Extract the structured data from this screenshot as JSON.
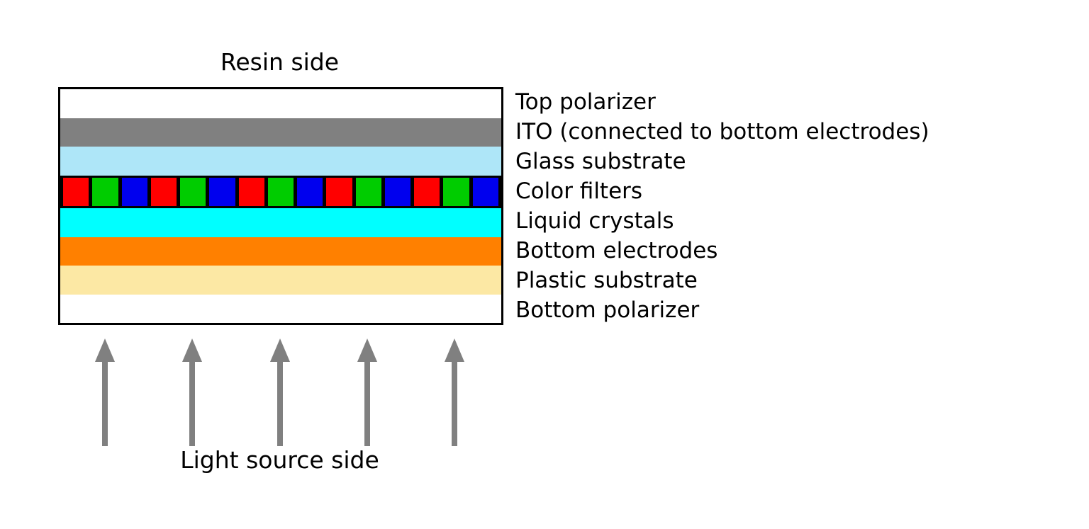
{
  "diagram": {
    "top_label": "Resin side",
    "bottom_label": "Light source side",
    "arrow_count": 5,
    "arrow_color": "#808080",
    "stack_border_color": "#000000"
  },
  "layers": [
    {
      "name": "top-polarizer",
      "label": "Top polarizer",
      "color": "#FFFFFF"
    },
    {
      "name": "ito",
      "label": "ITO (connected to bottom electrodes)",
      "color": "#808080"
    },
    {
      "name": "glass-substrate",
      "label": "Glass substrate",
      "color": "#AEE6F8"
    },
    {
      "name": "color-filters",
      "label": "Color filters",
      "color": "#000000",
      "filters": [
        "#FF0000",
        "#00CC00",
        "#0000EE",
        "#FF0000",
        "#00CC00",
        "#0000EE",
        "#FF0000",
        "#00CC00",
        "#0000EE",
        "#FF0000",
        "#00CC00",
        "#0000EE",
        "#FF0000",
        "#00CC00",
        "#0000EE"
      ]
    },
    {
      "name": "liquid-crystals",
      "label": "Liquid crystals",
      "color": "#00FFFF"
    },
    {
      "name": "bottom-electrodes",
      "label": "Bottom electrodes",
      "color": "#FF8000"
    },
    {
      "name": "plastic-substrate",
      "label": "Plastic substrate",
      "color": "#FCE8A4"
    },
    {
      "name": "bottom-polarizer",
      "label": "Bottom polarizer",
      "color": "#FFFFFF"
    }
  ]
}
